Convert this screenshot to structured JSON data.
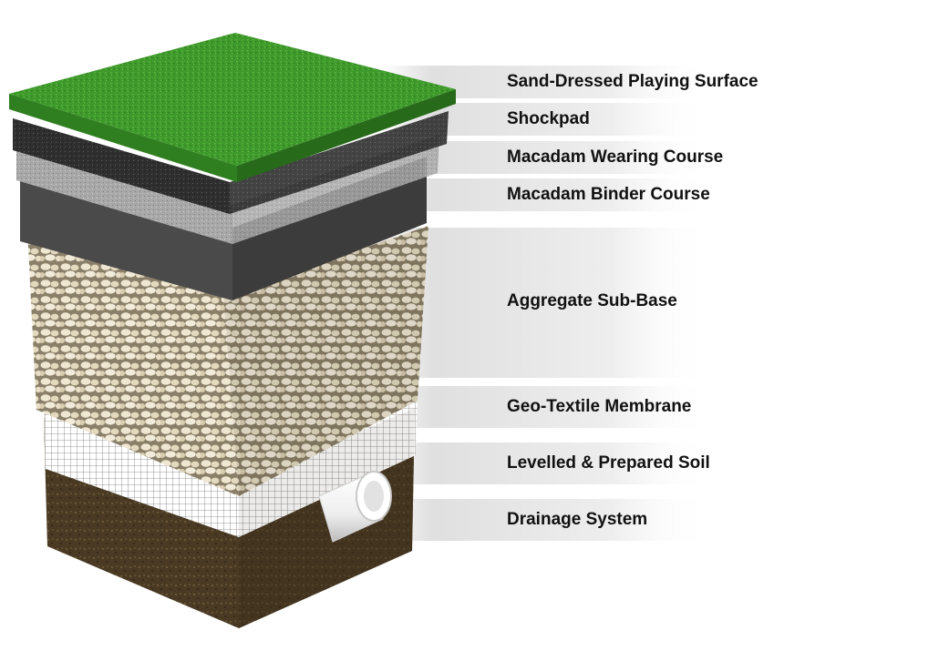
{
  "layers": [
    {
      "id": "surface",
      "label": "Sand-Dressed Playing Surface",
      "icon": "turf-layer-icon"
    },
    {
      "id": "shockpad",
      "label": "Shockpad",
      "icon": "shockpad-layer-icon"
    },
    {
      "id": "wearing",
      "label": "Macadam Wearing Course",
      "icon": "macadam-wearing-layer-icon"
    },
    {
      "id": "binder",
      "label": "Macadam Binder Course",
      "icon": "macadam-binder-layer-icon"
    },
    {
      "id": "subbase",
      "label": "Aggregate Sub-Base",
      "icon": "aggregate-layer-icon"
    },
    {
      "id": "geotex",
      "label": "Geo-Textile Membrane",
      "icon": "geotextile-layer-icon"
    },
    {
      "id": "soil",
      "label": "Levelled & Prepared Soil",
      "icon": "soil-layer-icon"
    },
    {
      "id": "drain",
      "label": "Drainage System",
      "icon": "drain-pipe-icon"
    }
  ],
  "colors": {
    "turf": "#3f9a2c",
    "turf_dark": "#2a7a1e",
    "shockpad": "#2f2f2f",
    "wearing": "#a8a8a8",
    "binder": "#4a4a4a",
    "aggregate": "#e8dfc6",
    "geotextile": "#ffffff",
    "soil": "#4a3a24",
    "pipe": "#ffffff",
    "label_text": "#111111",
    "band": "#e6e6e6"
  }
}
